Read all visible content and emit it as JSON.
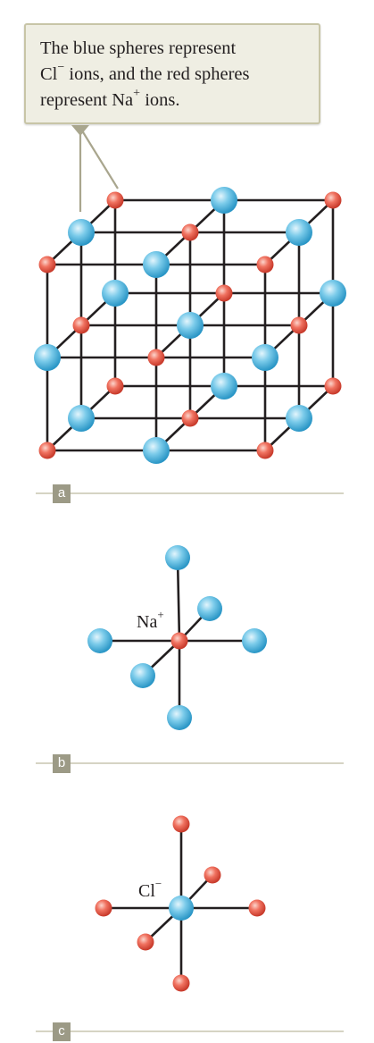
{
  "callout": {
    "line1": "The blue spheres represent",
    "line2_pre": "Cl",
    "line2_sup": "−",
    "line2_post": " ions, and the red spheres",
    "line3_pre": "represent Na",
    "line3_sup": "+",
    "line3_post": " ions."
  },
  "panels": {
    "a": {
      "label": "a"
    },
    "b": {
      "label": "b",
      "center_ion": "Na",
      "center_charge": "+"
    },
    "c": {
      "label": "c",
      "center_ion": "Cl",
      "center_charge": "−"
    }
  },
  "colors": {
    "chloride_sphere": "#62c0e3",
    "sodium_sphere": "#ee6250",
    "bond_line": "#231f20",
    "callout_bg": "#efeee3",
    "panel_label_bg": "#9c9a86"
  }
}
